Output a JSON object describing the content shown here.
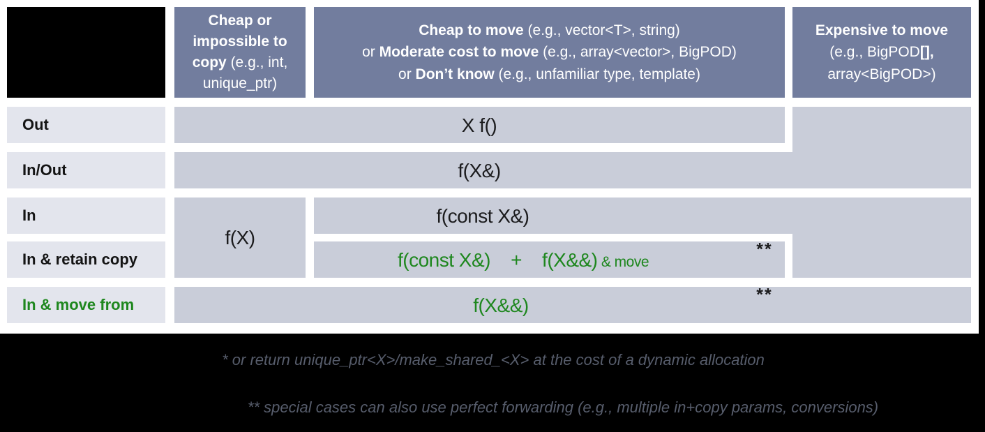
{
  "colors": {
    "header_bg": "#727d9e",
    "cell_bg": "#c9cdd9",
    "row_label_bg": "#e3e5ed",
    "green_accent": "#1e871e",
    "code_text": "#1b1b1d",
    "footnote_text": "#575d6c",
    "background_black": "#000000"
  },
  "headers": {
    "col1": {
      "lines": [
        [
          {
            "t": "Cheap or impossible to copy",
            "b": true
          },
          {
            "t": " (e.g., int, unique_ptr)",
            "b": false
          }
        ]
      ]
    },
    "col2": {
      "lines": [
        [
          {
            "t": "Cheap to move",
            "b": true
          },
          {
            "t": " (e.g., vector<T>, string)",
            "b": false
          }
        ],
        [
          {
            "t": "or ",
            "b": false
          },
          {
            "t": "Moderate cost to move",
            "b": true
          },
          {
            "t": " (e.g., array<vector>, BigPOD)",
            "b": false
          }
        ],
        [
          {
            "t": "or ",
            "b": false
          },
          {
            "t": "Don’t know",
            "b": true
          },
          {
            "t": " (e.g., unfamiliar type, template)",
            "b": false
          }
        ]
      ]
    },
    "col3": {
      "lines": [
        [
          {
            "t": "Expensive to move",
            "b": true
          }
        ],
        [
          {
            "t": "(e.g., BigPOD",
            "b": false
          },
          {
            "t": "[],",
            "b": true
          }
        ],
        [
          {
            "t": "array<BigPOD>)",
            "b": false
          }
        ]
      ]
    }
  },
  "row_labels": {
    "out": "Out",
    "inout": "In/Out",
    "in": "In",
    "retain": "In & retain copy",
    "movefrom": "In & move from"
  },
  "cells": {
    "out": "X f()",
    "inout": "f(X&)",
    "in_cheap": "f(X)",
    "in": "f(const X&)",
    "retain_main": "f(const X&)    +    f(X&&)",
    "retain_suffix": " & move",
    "retain_marker": "**",
    "movefrom": "f(X&&)",
    "movefrom_marker": "**"
  },
  "footnotes": [
    "* or return unique_ptr<X>/make_shared_<X> at the cost of a dynamic allocation",
    "** special cases can also use perfect forwarding (e.g., multiple in+copy params, conversions)"
  ]
}
